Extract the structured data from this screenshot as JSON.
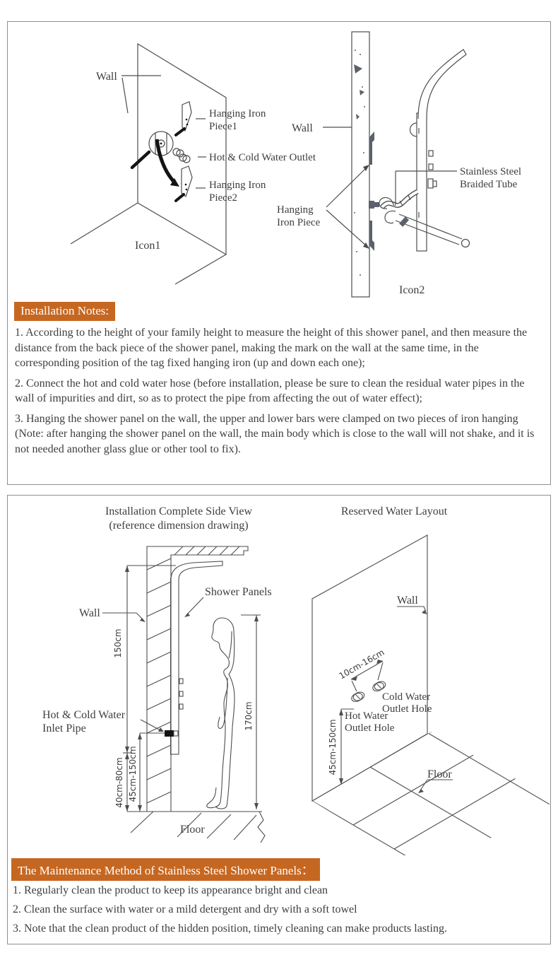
{
  "colors": {
    "accent_orange": "#c66721",
    "box_border": "#8f8f8f",
    "text": "#3e3e3e",
    "diagram_line": "#4d4d4d",
    "bracket_slate": "#5a616b",
    "black_parts": "#141414"
  },
  "box1": {
    "icon1": {
      "wall": "Wall",
      "hanging_piece1_line1": "Hanging Iron",
      "hanging_piece1_line2": "Piece1",
      "outlet": "Hot & Cold Water Outlet",
      "hanging_piece2_line1": "Hanging Iron",
      "hanging_piece2_line2": "Piece2",
      "caption": "Icon1"
    },
    "icon2": {
      "wall": "Wall",
      "tube_line1": "Stainless Steel",
      "tube_line2": "Braided Tube",
      "hanging_line1": "Hanging",
      "hanging_line2": "Iron Piece",
      "caption": "Icon2"
    },
    "notes": {
      "header": "Installation Notes:",
      "items": [
        "1. According to the height of your family height to measure the height of this shower panel, and then measure the distance from the back piece of the shower panel, making the mark on the wall at the same time, in the corresponding position of the tag fixed hanging iron (up and down each one);",
        "2. Connect the hot and cold water hose (before installation, please be sure to clean the residual water pipes in the wall of impurities and dirt, so as to protect the pipe from affecting the out of water effect);",
        "3. Hanging the shower panel on the wall, the upper and lower bars were clamped on two pieces of iron hanging (Note: after hanging the shower panel on the wall, the main body which is close to the wall will not shake, and it is not needed another glass glue or other tool to fix)."
      ]
    }
  },
  "box2": {
    "side_view": {
      "title_line1": "Installation Complete Side View",
      "title_line2": "(reference dimension drawing)",
      "wall": "Wall",
      "shower_panels": "Shower Panels",
      "inlet_line1": "Hot & Cold Water",
      "inlet_line2": "Inlet Pipe",
      "floor": "Floor",
      "dim_wall_height": "150cm",
      "dim_person_height": "170cm",
      "dim_low": "40cm-80cm",
      "dim_range": "45cm-150cm"
    },
    "water_layout": {
      "title": "Reserved Water Layout",
      "wall": "Wall",
      "cold_line1": "Cold Water",
      "cold_line2": "Outlet Hole",
      "hot_line1": "Hot Water",
      "hot_line2": "Outlet Hole",
      "floor": "Floor",
      "dim_spacing": "10cm-16cm",
      "dim_height": "45cm-150cm"
    },
    "maintenance": {
      "header": "The Maintenance Method of Stainless Steel Shower Panels：",
      "items": [
        "1. Regularly clean the product to keep its appearance bright and clean",
        "2. Clean the surface with water or a mild detergent and dry with a soft towel",
        "3. Note that the clean product of the hidden position, timely cleaning can make products lasting."
      ]
    }
  }
}
